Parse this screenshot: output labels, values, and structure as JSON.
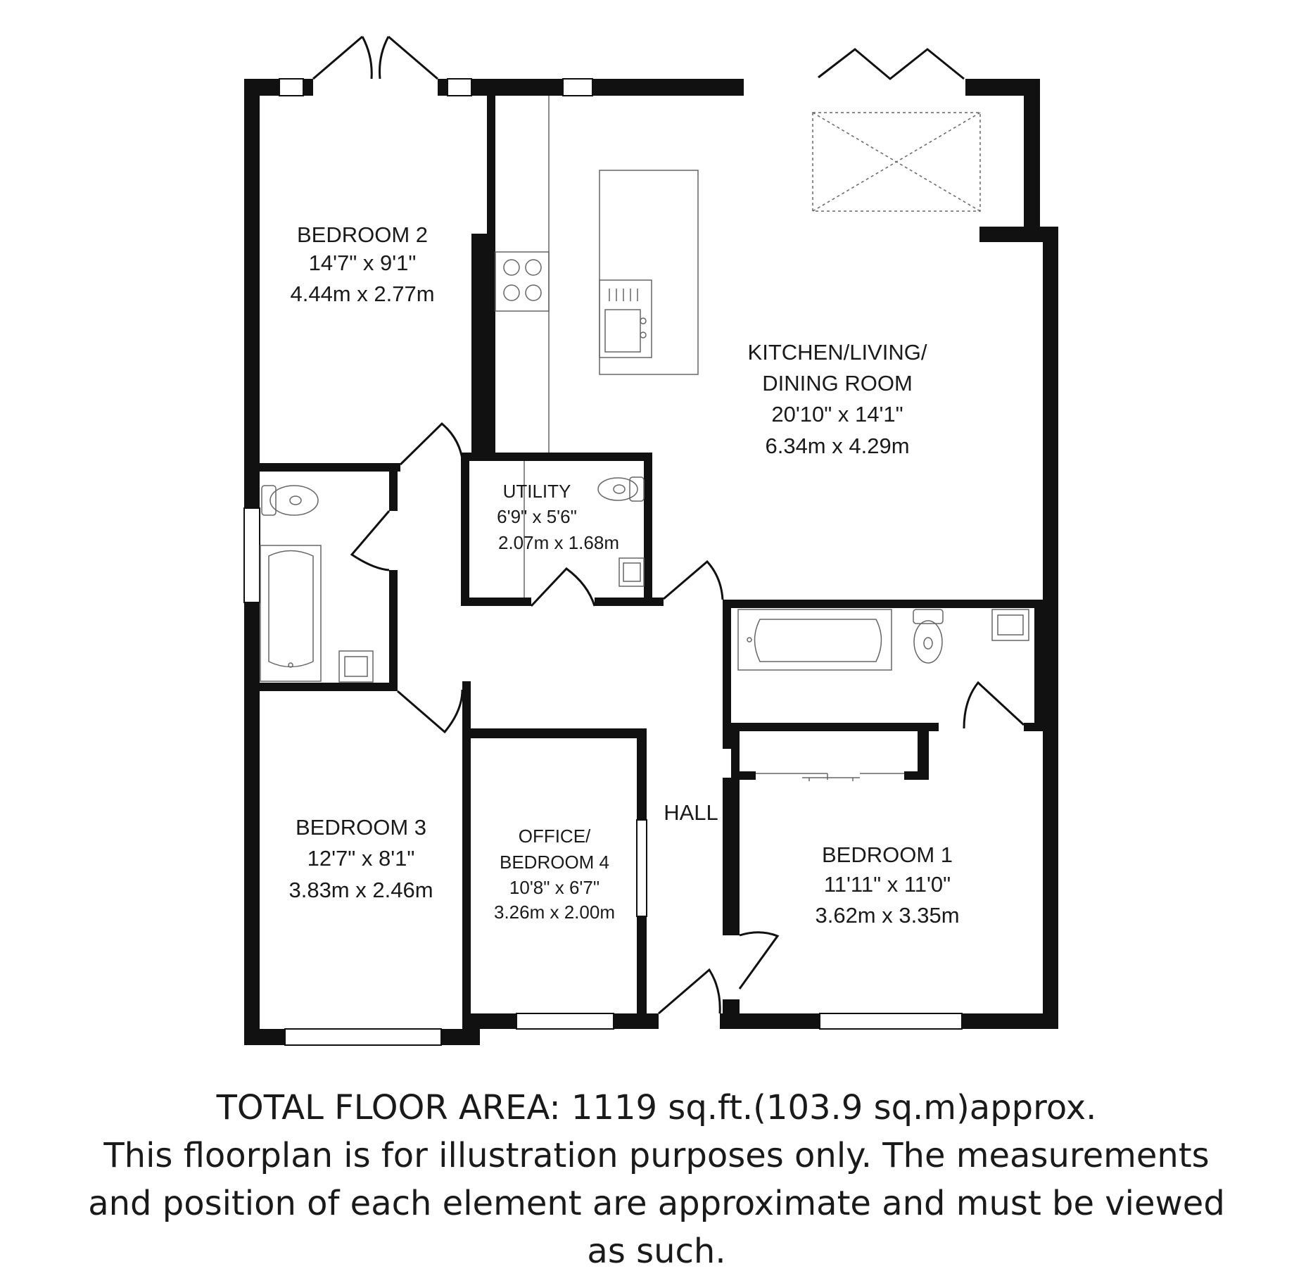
{
  "colors": {
    "wall": "#111111",
    "fixture_stroke": "#666666",
    "background": "#ffffff"
  },
  "rooms": {
    "bedroom2": {
      "name": "BEDROOM 2",
      "imperial": "14'7\" x 9'1\"",
      "metric": "4.44m x 2.77m"
    },
    "kitchen": {
      "name_line1": "KITCHEN/LIVING/",
      "name_line2": "DINING ROOM",
      "imperial": "20'10\" x 14'1\"",
      "metric": "6.34m x 4.29m"
    },
    "utility": {
      "name": "UTILITY",
      "imperial": "6'9\" x 5'6\"",
      "metric": "2.07m x 1.68m"
    },
    "hall": {
      "name": "HALL"
    },
    "bedroom3": {
      "name": "BEDROOM 3",
      "imperial": "12'7\" x 8'1\"",
      "metric": "3.83m x 2.46m"
    },
    "office": {
      "name_line1": "OFFICE/",
      "name_line2": "BEDROOM 4",
      "imperial": "10'8\" x 6'7\"",
      "metric": "3.26m x 2.00m"
    },
    "bedroom1": {
      "name": "BEDROOM 1",
      "imperial": "11'11\" x 11'0\"",
      "metric": "3.62m x 3.35m"
    }
  },
  "footer": {
    "total_area": "TOTAL FLOOR AREA: 1119 sq.ft.(103.9 sq.m)approx.",
    "disclaimer_line1": "This floorplan is for illustration purposes only. The measurements",
    "disclaimer_line2": "and position of each element are approximate and must be viewed",
    "disclaimer_line3": "as such."
  }
}
